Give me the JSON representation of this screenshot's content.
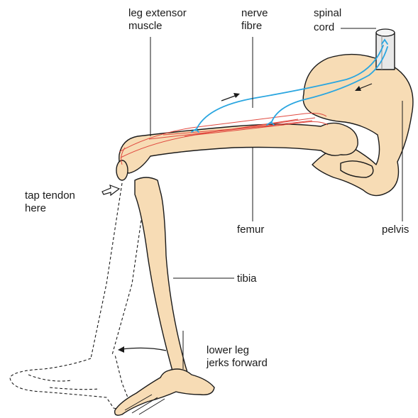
{
  "labels": {
    "leg_extensor_line1": "leg extensor",
    "leg_extensor_line2": "muscle",
    "nerve_line1": "nerve",
    "nerve_line2": "fibre",
    "spinal_line1": "spinal",
    "spinal_line2": "cord",
    "tap_line1": "tap tendon",
    "tap_line2": "here",
    "femur": "femur",
    "pelvis": "pelvis",
    "tibia": "tibia",
    "lower_leg_line1": "lower leg",
    "lower_leg_line2": "jerks forward"
  },
  "colors": {
    "bone": "#f7dcb5",
    "nerve": "#2aa6e0",
    "muscle": "#e0493f",
    "outline": "#1a1a1a"
  }
}
